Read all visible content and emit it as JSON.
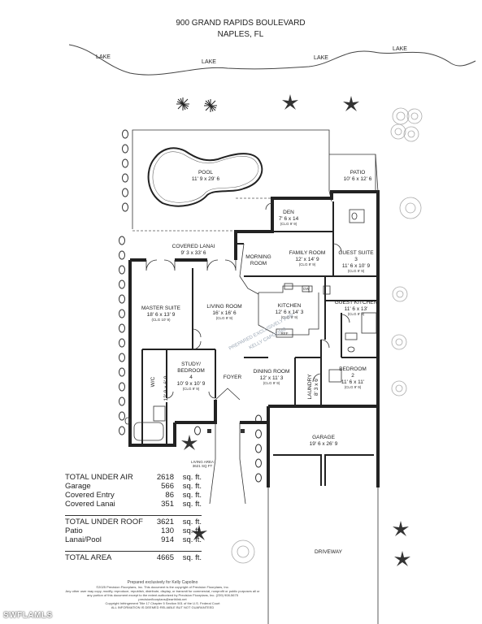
{
  "header": {
    "address": "900 GRAND RAPIDS BOULEVARD",
    "city": "NAPLES, FL"
  },
  "lake_labels": [
    "LAKE",
    "LAKE",
    "LAKE",
    "LAKE"
  ],
  "rooms": {
    "pool": {
      "name": "POOL",
      "dim": "11' 9 x 29' 6"
    },
    "patio": {
      "name": "PATIO",
      "dim": "10' 6 x 12' 6"
    },
    "den": {
      "name": "DEN",
      "dim": "7' 6 x 14",
      "clg": "(CLG 9' 9)"
    },
    "covered_lanai": {
      "name": "COVERED LANAI",
      "dim": "9' 3 x 33' 6"
    },
    "morning_room": {
      "name1": "MORNING",
      "name2": "ROOM"
    },
    "family_room": {
      "name": "FAMILY ROOM",
      "dim": "12' x 14' 9",
      "clg": "(CLG 9' 9)"
    },
    "guest_suite": {
      "name1": "GUEST SUITE",
      "name2": "3",
      "dim": "11' 6 x 10' 9",
      "clg": "(CLG 9' 9)"
    },
    "master_suite": {
      "name": "MASTER SUITE",
      "dim": "18' 6 x 13' 9",
      "clg": "(CLG 10' 9)"
    },
    "living_room": {
      "name": "LIVING ROOM",
      "dim": "16' x 16' 6",
      "clg": "(CLG 9' 9)"
    },
    "kitchen": {
      "name": "KITCHEN",
      "dim": "12' 6 x 14' 3",
      "clg": "(CLG 9' 9)",
      "ref": "REF",
      "dw": "DW"
    },
    "guest_kitchen": {
      "name": "GUEST KITCHEN",
      "dim": "11' 6 x 13'",
      "clg": "(CLG 9' 9)"
    },
    "wic": {
      "name": "W/C",
      "dim": "12' 9 x 6' 9"
    },
    "study": {
      "name1": "STUDY/",
      "name2": "BEDROOM",
      "name3": "4",
      "dim": "10' 9 x 10' 9",
      "clg": "(CLG 9' 9)"
    },
    "foyer": {
      "name": "FOYER"
    },
    "dining_room": {
      "name": "DINING ROOM",
      "dim": "12' x 11' 3",
      "clg": "(CLG 9' 9)"
    },
    "laundry": {
      "name": "LAUNDRY",
      "dim": "8' 3 x 6'"
    },
    "bedroom2": {
      "name1": "BEDROOM",
      "name2": "2",
      "dim": "11' 6 x 11'",
      "clg": "(CLG 9' 9)"
    },
    "garage": {
      "name": "GARAGE",
      "dim": "19' 6 x 26' 9"
    },
    "driveway": {
      "name": "DRIVEWAY"
    }
  },
  "living_area_tag": {
    "line1": "LIVING AREA",
    "line2": "3621 SQ FT"
  },
  "watermark": {
    "line1": "PREPARED EXCLUSIVELY FOR",
    "line2": "KELLY CAPOLINO"
  },
  "areas": {
    "group1": [
      {
        "label": "TOTAL UNDER AIR",
        "value": "2618",
        "unit": "sq. ft."
      },
      {
        "label": "Garage",
        "value": "566",
        "unit": "sq. ft."
      },
      {
        "label": "Covered Entry",
        "value": "86",
        "unit": "sq. ft."
      },
      {
        "label": "Covered Lanai",
        "value": "351",
        "unit": "sq. ft."
      }
    ],
    "group2": [
      {
        "label": "TOTAL UNDER ROOF",
        "value": "3621",
        "unit": "sq. ft."
      },
      {
        "label": "Patio",
        "value": "130",
        "unit": "sq. ft."
      },
      {
        "label": "Lanai/Pool",
        "value": "914",
        "unit": "sq. ft."
      }
    ],
    "total": {
      "label": "TOTAL AREA",
      "value": "4665",
      "unit": "sq. ft."
    }
  },
  "credit": {
    "line1": "Prepared exclusively for Kelly Capolino",
    "line2": "©2025 Precision Floorplans, Inc. This document is the copyright of Precision Floorplans, Inc.",
    "line3": "Any other user may copy, modify, reproduce, republish, distribute, display, or transmit for commercial, nonprofit or public purposes all or",
    "line4": "any portion of this document except to the extent authorized by Precision Floorplans, Inc. (239) 908-5675 precisionfloorplans@earthlink.net",
    "line5": "Copyright Infringement Title 17 Chapter 5 Section 501 of the U.S. Federal Court",
    "line6": "ALL INFORMATION IS DEEMED RELIABLE BUT NOT GUARANTEED"
  },
  "mls": "SWFLAMLS"
}
